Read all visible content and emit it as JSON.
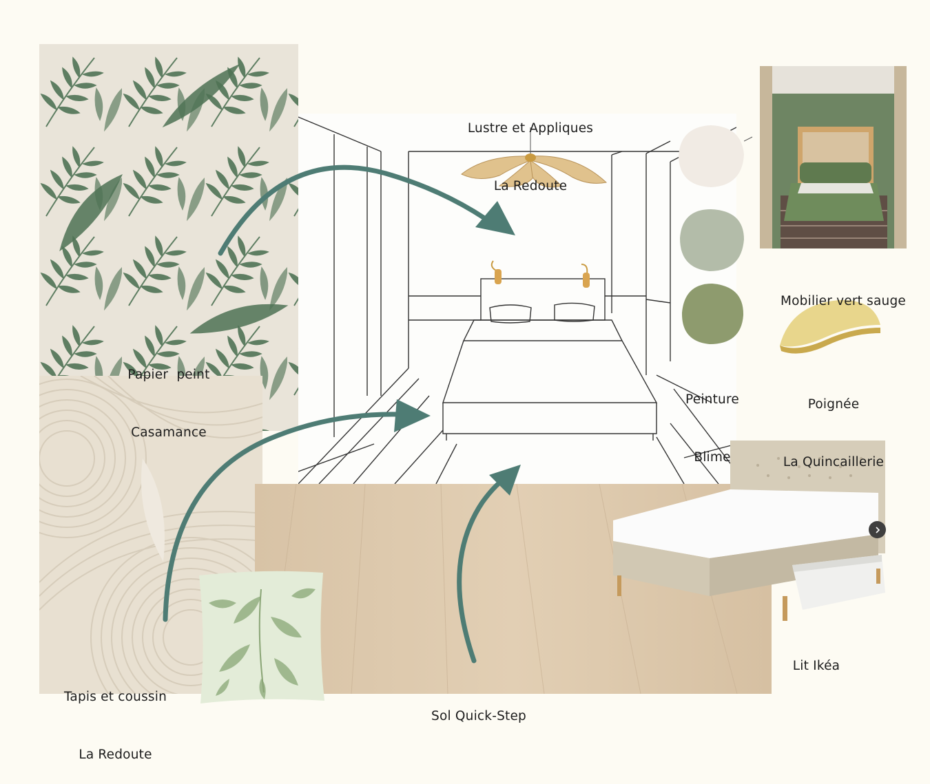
{
  "labels": {
    "lighting": {
      "line1": "Lustre et Appliques",
      "line2": "La Redoute"
    },
    "wallpaper": {
      "line1": "Papier  peint",
      "line2": "Casamance"
    },
    "rug": {
      "line1": "Tapis et coussin",
      "line2": "La Redoute"
    },
    "floor": {
      "line1": "Sol Quick-Step"
    },
    "paint": {
      "line1": "Peinture",
      "line2": "Blime"
    },
    "furniture": {
      "line1": "Mobilier vert sauge"
    },
    "handle": {
      "line1": "Poignée",
      "line2": "La Quincaillerie"
    },
    "bed": {
      "line1": "Lit Ikéa"
    }
  },
  "colors": {
    "background": "#fdfbf3",
    "arrow": "#4e7c74",
    "paint_white": "#f1ebe4",
    "paint_sage": "#b3bca9",
    "paint_olive": "#8e9b6e",
    "wallpaper_leaf": "#4f7355",
    "brass": "#d8c070"
  },
  "icons": {
    "carousel_next": "chevron-right-icon"
  }
}
